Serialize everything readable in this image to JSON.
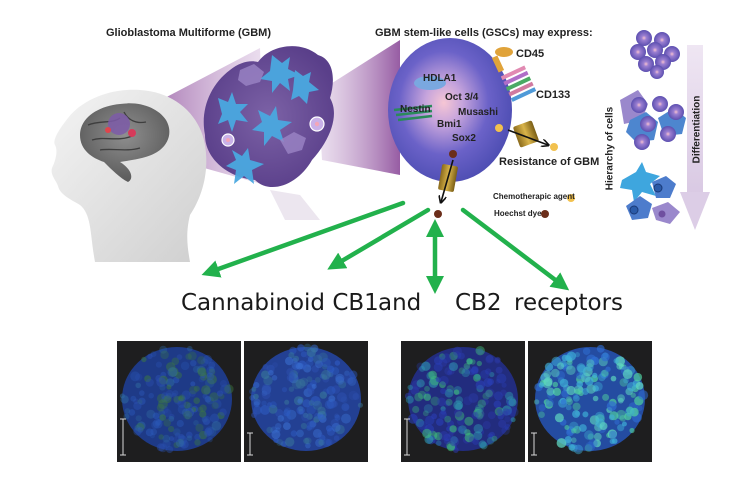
{
  "title_gbm": "Glioblastoma Multiforme (GBM)",
  "title_gsc": "GBM stem-like cells (GSCs) may express:",
  "markers": {
    "cd45": "CD45",
    "hdla1": "HDLA1",
    "cd133": "CD133",
    "oct34": "Oct 3/4",
    "nestin": "Nestin",
    "musashi": "Musashi",
    "bmi1": "Bmi1",
    "sox2": "Sox2"
  },
  "resistance_label": "Resistance of GBM",
  "legend": [
    {
      "label": "Chemotherapic agent",
      "color": "#f2c14e"
    },
    {
      "label": "Hoechst dye",
      "color": "#6b2e1a"
    }
  ],
  "hierarchy_label": "Hierarchy of cells",
  "differentiation_label": "Differentiation",
  "receptors": {
    "word1": "Cannabinoid CB1",
    "word2": "and",
    "word3": "CB2",
    "word4": "receptors"
  },
  "colors": {
    "arrow_green": "#22b14c",
    "tumor_purple": "#6a4f9a",
    "cell_blue": "#3aa0dc",
    "projection_purple": "#9b5aa6"
  },
  "micrographs": [
    {
      "name": "spheroid-1",
      "tone": "blue-green-dim"
    },
    {
      "name": "spheroid-2",
      "tone": "blue"
    },
    {
      "name": "spheroid-3",
      "tone": "blue-green-sparse"
    },
    {
      "name": "spheroid-4",
      "tone": "cyan-green-bright"
    }
  ]
}
